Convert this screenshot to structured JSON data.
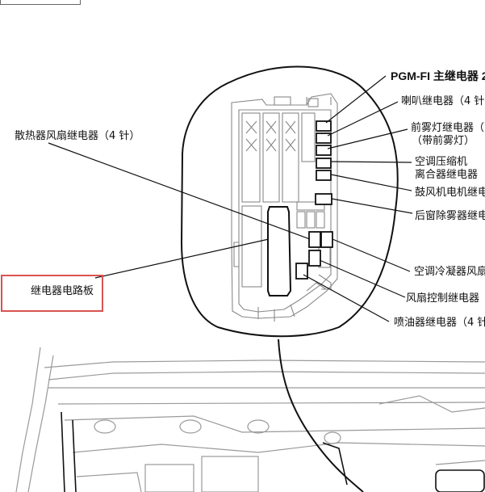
{
  "labels": {
    "pgmfi": "PGM-FI 主继电器 2",
    "horn": "喇叭继电器（4 针",
    "foglight_1": "前雾灯继电器（",
    "foglight_2": "（带前雾灯）",
    "ac_comp_1": "空调压缩机",
    "ac_comp_2": "离合器继电器",
    "blower": "鼓风机电机继电",
    "rear_defog": "后窗除雾器继电",
    "radiator_fan": "散热器风扇继电器（4 针）",
    "ac_condenser": "空调冷凝器风扇",
    "fan_control": "风扇控制继电器",
    "injector": "喷油器继电器（4 针",
    "relay_board": "继电器电路板"
  },
  "colors": {
    "highlight": "#d9534f",
    "line": "#111111",
    "light_line": "#9a9a9a"
  }
}
